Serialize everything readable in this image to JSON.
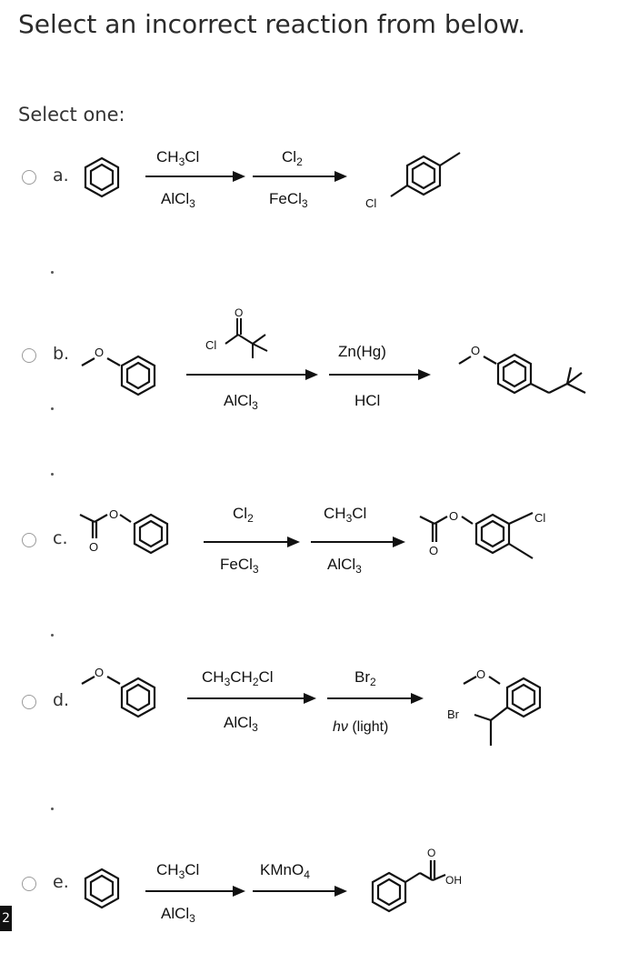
{
  "question": {
    "prompt": "Select an incorrect reaction from below.",
    "select_one": "Select one:"
  },
  "options": [
    {
      "letter": "a.",
      "reagents": [
        {
          "top": "CH3Cl",
          "bottom": "AlCl3"
        },
        {
          "top": "Cl2",
          "bottom": "FeCl3"
        }
      ],
      "product_labels": [
        "Cl"
      ]
    },
    {
      "letter": "b.",
      "reagents": [
        {
          "top": "Cl (acyl chloride)",
          "bottom": "AlCl3"
        },
        {
          "top": "Zn(Hg)",
          "bottom": "HCl"
        }
      ],
      "product_labels": [
        "O"
      ]
    },
    {
      "letter": "c.",
      "reagents": [
        {
          "top": "Cl2",
          "bottom": "FeCl3"
        },
        {
          "top": "CH3Cl",
          "bottom": "AlCl3"
        }
      ],
      "product_labels": [
        "O",
        "O",
        "Cl"
      ]
    },
    {
      "letter": "d.",
      "reagents": [
        {
          "top": "CH3CH2Cl",
          "bottom": "AlCl3"
        },
        {
          "top": "Br2",
          "bottom": "hv (light)"
        }
      ],
      "product_labels": [
        "O",
        "Br"
      ]
    },
    {
      "letter": "e.",
      "reagents": [
        {
          "top": "CH3Cl",
          "bottom": "AlCl3"
        },
        {
          "top": "KMnO4",
          "bottom": ""
        }
      ],
      "product_labels": [
        "O",
        "OH"
      ]
    }
  ],
  "corner_badge": "2"
}
